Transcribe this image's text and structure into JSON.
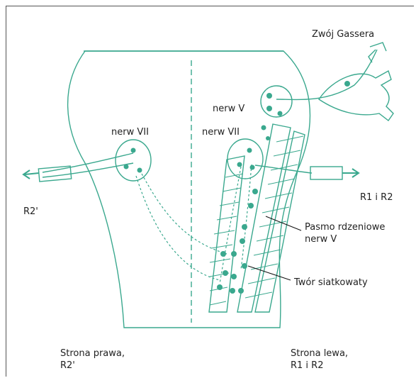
{
  "labels": {
    "ganglion": "Zwój Gassera",
    "nerve_v": "nerw V",
    "nerve_vii_left": "nerw VII",
    "nerve_vii_right": "nerw VII",
    "r2_prime": "R2'",
    "r1_r2": "R1 i R2",
    "spinal_tract_line1": "Pasmo rdzeniowe",
    "spinal_tract_line2": "nerw V",
    "reticular": "Twór siatkowaty",
    "side_right_line1": "Strona prawa,",
    "side_right_line2": "R2'",
    "side_left_line1": "Strona lewa,",
    "side_left_line2": "R1 i R2"
  },
  "colors": {
    "accent": "#3aa88e",
    "text": "#222222",
    "leader": "#111111"
  }
}
